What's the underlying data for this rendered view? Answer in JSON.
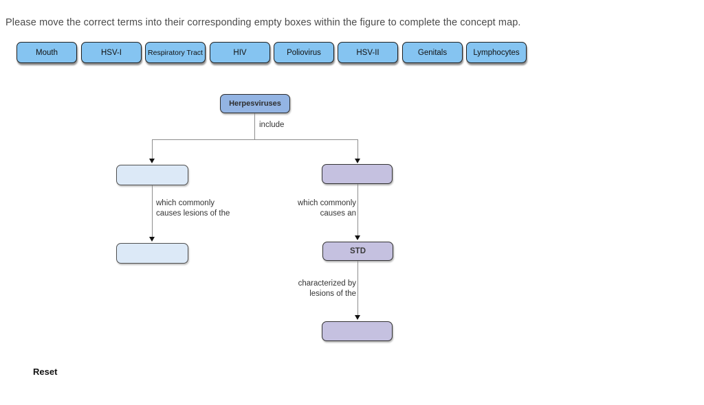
{
  "instruction": "Please move the correct terms into their corresponding empty boxes within the figure to complete the concept map.",
  "term_bank": [
    "Mouth",
    "HSV-I",
    "Respiratory Tract",
    "HIV",
    "Poliovirus",
    "HSV-II",
    "Genitals",
    "Lymphocytes"
  ],
  "diagram": {
    "root_label": "Herpesviruses",
    "include_edge_label": "include",
    "left_branch_edge_label": "which commonly\ncauses lesions of the",
    "right_branch_edge_label_1": "which commonly\ncauses an",
    "std_node_label": "STD",
    "right_branch_edge_label_2": "characterized by\nlesions of the"
  },
  "footer": {
    "reset_label": "Reset"
  },
  "colors": {
    "term_chip_fill": "#85c4f1",
    "root_node_fill": "#93b4e3",
    "left_branch_fill": "#dce9f7",
    "right_branch_fill": "#c5c1e0",
    "connector_line": "#8c8c8c"
  }
}
